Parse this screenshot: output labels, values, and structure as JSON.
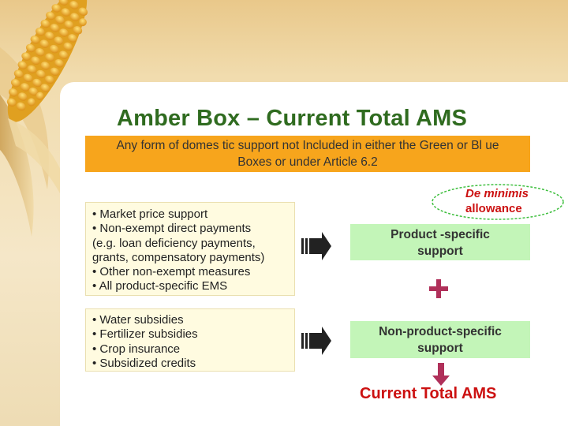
{
  "title": "Amber Box – Current Total AMS",
  "definition": {
    "line1": "Any form of domes tic support not Included in either the Green or Bl ue",
    "line2": "Boxes or under Article 6.2"
  },
  "de_minimis": {
    "line1": "De minimis",
    "line2": "allowance"
  },
  "product_specific_measures": [
    "•  Market price support",
    "•  Non-exempt direct payments",
    "(e.g. loan deficiency payments,",
    "grants, compensatory payments)",
    "•  Other non-exempt measures",
    "•  All product-specific EMS"
  ],
  "non_product_specific_measures": [
    "•  Water subsidies",
    "•  Fertilizer subsidies",
    "•  Crop insurance",
    "•  Subsidized credits"
  ],
  "product_specific_support": {
    "line1": "Product -specific",
    "line2": "support"
  },
  "non_product_specific_support": {
    "line1": "Non-product-specific",
    "line2": "support"
  },
  "plus_symbol": "+",
  "result": "Current Total AMS",
  "colors": {
    "title": "#2f6b1f",
    "orange_box": "#f7a51c",
    "green_box": "#c3f5b8",
    "list_box": "#fffbe0",
    "accent_red": "#cc1111",
    "plus": "#b0305a",
    "down_arrow": "#b0305a"
  }
}
